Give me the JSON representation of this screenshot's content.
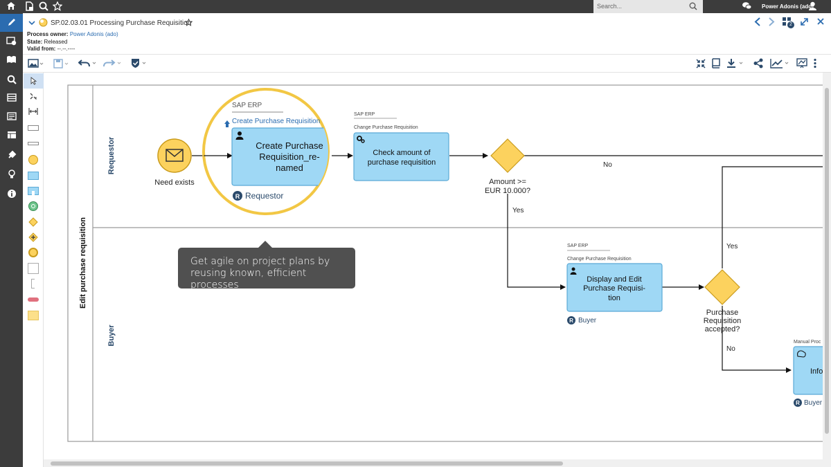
{
  "topbar": {
    "search_placeholder": "Search...",
    "user_name": "Power Adonis (ado)"
  },
  "header": {
    "process_id_title": "SP.02.03.01 Processing Purchase Requisition",
    "owner_label": "Process owner:",
    "owner_value": "Power Adonis (ado)",
    "state_label": "State:",
    "state_value": "Released",
    "valid_label": "Valid from:",
    "valid_value": "--.--.----",
    "badge_count": "2"
  },
  "diagram": {
    "pool_label": "Edit purchase requisition",
    "lanes": [
      "Requestor",
      "Buyer"
    ],
    "start_event_label": "Need exists",
    "magnified_task": {
      "system": "SAP ERP",
      "transaction": "Create Purchase Requisition",
      "label_line1": "Create Purchase",
      "label_line2": "Requisition_re-",
      "label_line3": "named",
      "role": "Requestor"
    },
    "task_check": {
      "system": "SAP ERP",
      "transaction": "Change Purchase Requisition",
      "label_line1": "Check amount of",
      "label_line2": "purchase requisition"
    },
    "gateway1": {
      "label_line1": "Amount >=",
      "label_line2": "EUR 10.000?",
      "no": "No",
      "yes": "Yes"
    },
    "task_display": {
      "system": "SAP ERP",
      "transaction": "Change Purchase Requisition",
      "label_line1": "Display and Edit",
      "label_line2": "Purchase Requisi-",
      "label_line3": "tion",
      "role": "Buyer"
    },
    "gateway2": {
      "label_line1": "Purchase",
      "label_line2": "Requisition",
      "label_line3": "accepted?",
      "yes": "Yes",
      "no": "No"
    },
    "task_info": {
      "system": "Manual Proc",
      "label": "Info",
      "role": "Buyer"
    }
  },
  "tooltip": {
    "line1": "Get agile on project plans by",
    "line2": "reusing known, efficient processes"
  },
  "colors": {
    "task_fill": "#9fd8f5",
    "task_stroke": "#5aa9d6",
    "gateway_fill": "#fcd25e",
    "event_fill": "#fcd25e",
    "accent_blue": "#2b6cb0",
    "magnifier_ring": "#f2c744"
  }
}
